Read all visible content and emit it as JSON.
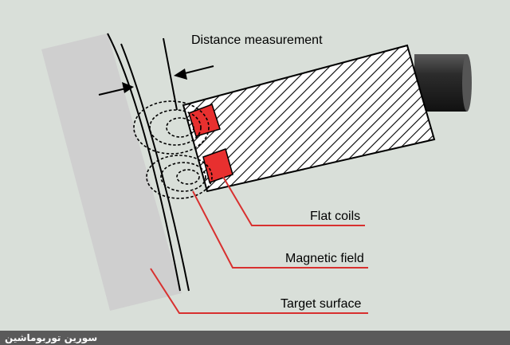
{
  "labels": {
    "distance": "Distance measurement",
    "coils": "Flat coils",
    "field": "Magnetic field",
    "surface": "Target surface"
  },
  "watermark": "سورین توربوماشین",
  "colors": {
    "background": "#d9dfd9",
    "target": "#cfcfcf",
    "coil": "#e8302f",
    "leader": "#d8302f",
    "cable": "#2a2a2a",
    "footer": "#5a5a5a"
  }
}
